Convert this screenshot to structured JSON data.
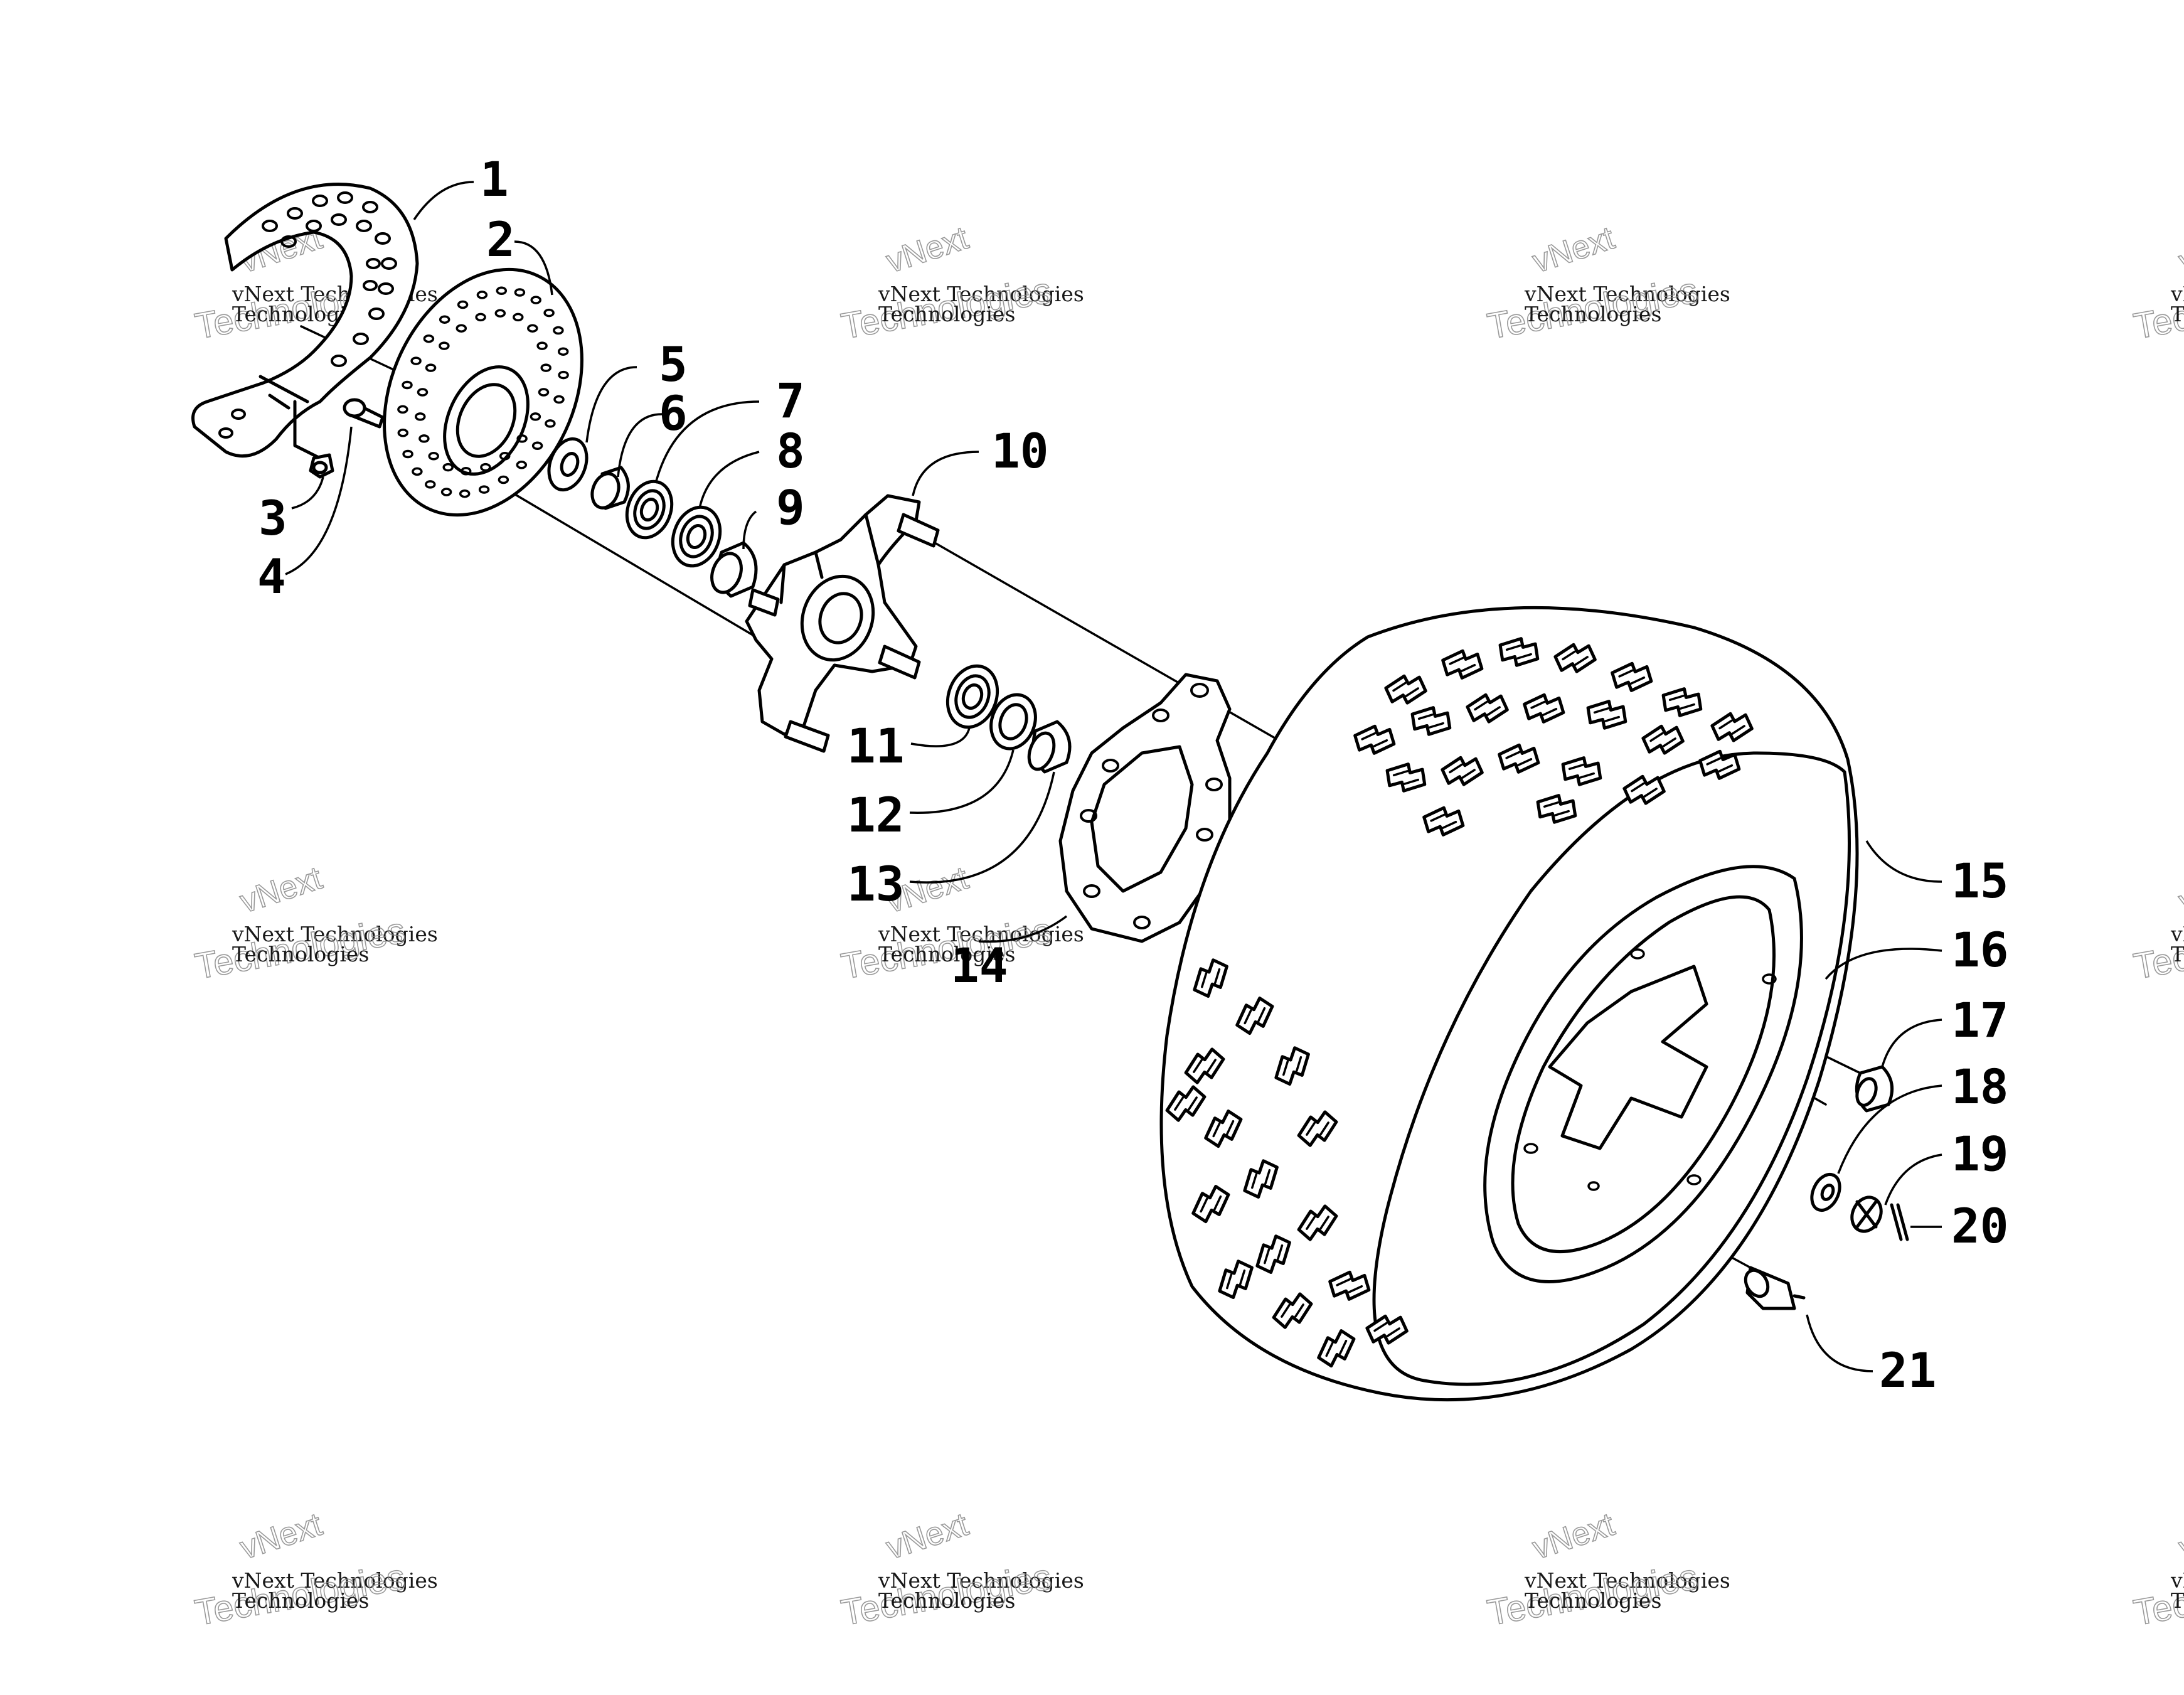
{
  "diagram": {
    "callouts": [
      "1",
      "2",
      "3",
      "4",
      "5",
      "6",
      "7",
      "8",
      "9",
      "10",
      "11",
      "12",
      "13",
      "14",
      "15",
      "16",
      "17",
      "18",
      "19",
      "20",
      "21"
    ]
  },
  "watermark": {
    "line1": "vNext Technologies",
    "line2": "Technologies",
    "line3": "vNext"
  }
}
